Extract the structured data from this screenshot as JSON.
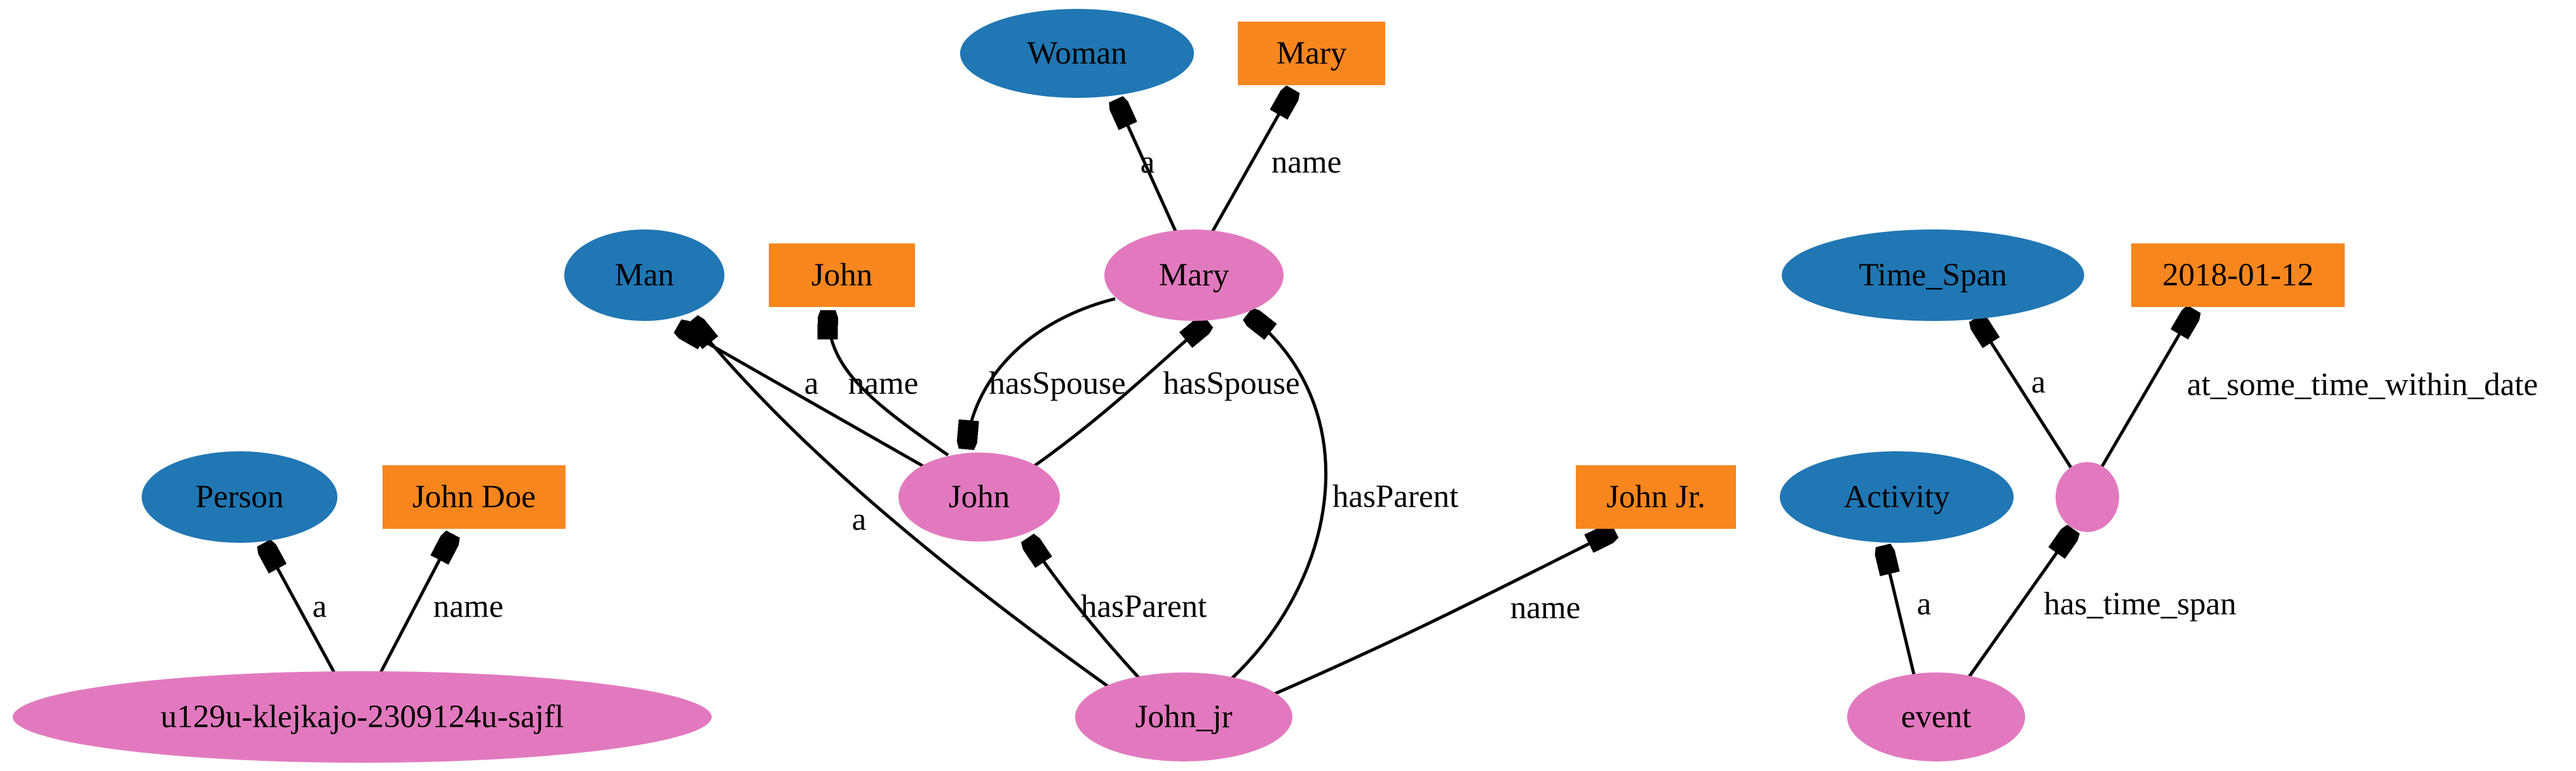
{
  "diagram": {
    "kind": "rdf-triples-graph",
    "background": "#ffffff",
    "colors": {
      "class_node": "#2077b4",
      "literal_node": "#f7861e",
      "instance_node": "#e279bf",
      "edge": "#000000"
    },
    "nodes": [
      {
        "id": "woman",
        "label": "Woman",
        "kind": "class",
        "shape": "ellipse"
      },
      {
        "id": "mary-name",
        "label": "Mary",
        "kind": "literal",
        "shape": "rect"
      },
      {
        "id": "man",
        "label": "Man",
        "kind": "class",
        "shape": "ellipse"
      },
      {
        "id": "john-name",
        "label": "John",
        "kind": "literal",
        "shape": "rect"
      },
      {
        "id": "mary",
        "label": "Mary",
        "kind": "instance",
        "shape": "ellipse"
      },
      {
        "id": "time-span",
        "label": "Time_Span",
        "kind": "class",
        "shape": "ellipse"
      },
      {
        "id": "date",
        "label": "2018-01-12",
        "kind": "literal",
        "shape": "rect"
      },
      {
        "id": "person",
        "label": "Person",
        "kind": "class",
        "shape": "ellipse"
      },
      {
        "id": "john-doe-name",
        "label": "John Doe",
        "kind": "literal",
        "shape": "rect"
      },
      {
        "id": "john",
        "label": "John",
        "kind": "instance",
        "shape": "ellipse"
      },
      {
        "id": "john-jr-name",
        "label": "John Jr.",
        "kind": "literal",
        "shape": "rect"
      },
      {
        "id": "activity",
        "label": "Activity",
        "kind": "class",
        "shape": "ellipse"
      },
      {
        "id": "blank-node",
        "label": "",
        "kind": "instance",
        "shape": "ellipse"
      },
      {
        "id": "uid",
        "label": "u129u-klejkajo-2309124u-sajfl",
        "kind": "instance",
        "shape": "ellipse"
      },
      {
        "id": "john-jr",
        "label": "John_jr",
        "kind": "instance",
        "shape": "ellipse"
      },
      {
        "id": "event",
        "label": "event",
        "kind": "instance",
        "shape": "ellipse"
      }
    ],
    "edges": [
      {
        "from": "Mary",
        "to": "Woman",
        "label": "a"
      },
      {
        "from": "Mary",
        "to": "Mary (literal)",
        "label": "name"
      },
      {
        "from": "John",
        "to": "Man",
        "label": "a"
      },
      {
        "from": "John",
        "to": "John (literal)",
        "label": "name"
      },
      {
        "from": "Mary",
        "to": "John",
        "label": "hasSpouse"
      },
      {
        "from": "John",
        "to": "Mary",
        "label": "hasSpouse"
      },
      {
        "from": "John_jr",
        "to": "Man",
        "label": "a"
      },
      {
        "from": "John_jr",
        "to": "John",
        "label": "hasParent"
      },
      {
        "from": "John_jr",
        "to": "Mary",
        "label": "hasParent"
      },
      {
        "from": "John_jr",
        "to": "John Jr. (literal)",
        "label": "name"
      },
      {
        "from": "u129u-klejkajo-2309124u-sajfl",
        "to": "Person",
        "label": "a"
      },
      {
        "from": "u129u-klejkajo-2309124u-sajfl",
        "to": "John Doe (literal)",
        "label": "name"
      },
      {
        "from": "event",
        "to": "Activity",
        "label": "a"
      },
      {
        "from": "event",
        "to": "blank node",
        "label": "has_time_span"
      },
      {
        "from": "blank node",
        "to": "Time_Span",
        "label": "a"
      },
      {
        "from": "blank node",
        "to": "2018-01-12 (literal)",
        "label": "at_some_time_within_date"
      }
    ]
  }
}
